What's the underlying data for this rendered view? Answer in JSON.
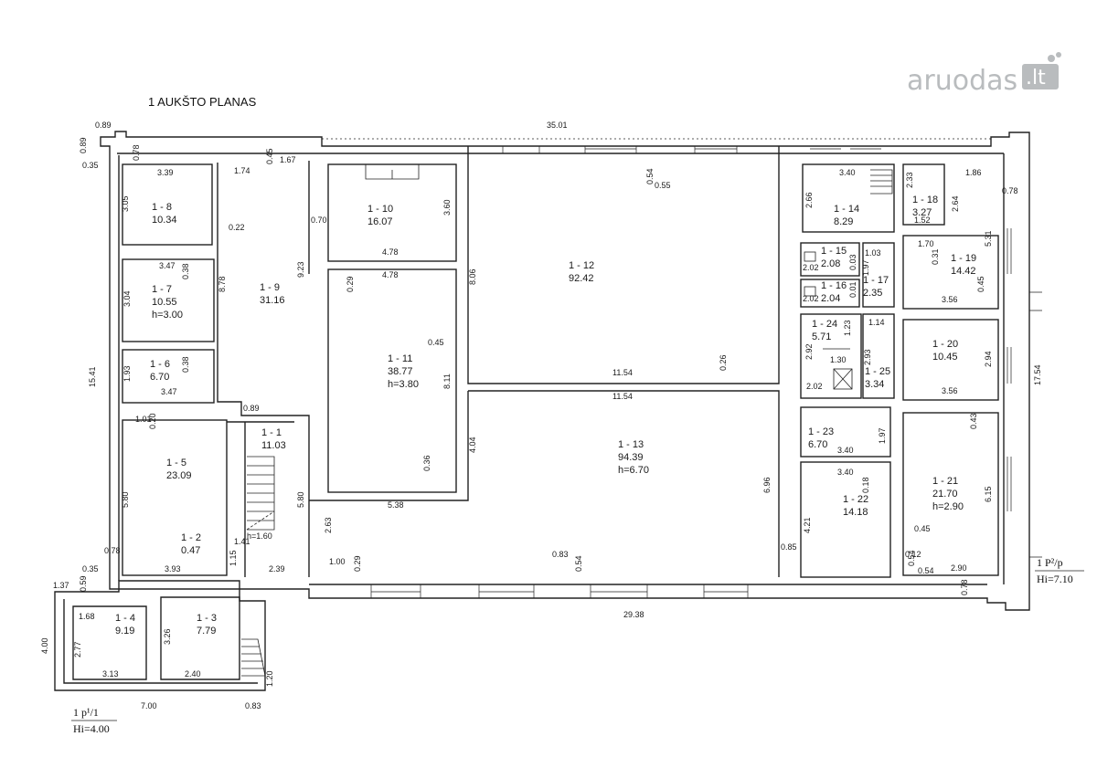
{
  "watermark": {
    "text_main": "aruodas",
    "text_tld": ".lt"
  },
  "title": "1 AUKŠTO PLANAS",
  "outer_dims": {
    "top_total": "35.01",
    "bottom_total": "29.38",
    "left_height": "15.41",
    "right_height": "17.54",
    "corner_top": "0.89",
    "corner_side": "0.89",
    "corner_small": "0.35",
    "annex_offset": "1.37",
    "annex_height": "4.00",
    "annex_width": "7.00",
    "annex_corner": "0.83",
    "annex_side": "0.35",
    "annex_side2": "0.59"
  },
  "rooms": [
    {
      "id": "1 - 1",
      "area": "11.03",
      "height": "",
      "dims": [
        "0.89",
        "5.80",
        "2.39"
      ]
    },
    {
      "id": "1 - 2",
      "area": "0.47",
      "height": "",
      "dims": [
        "1.15",
        "1.41"
      ]
    },
    {
      "id": "1 - 3",
      "area": "7.79",
      "height": "",
      "dims": [
        "3.26",
        "2.40",
        "1.20"
      ]
    },
    {
      "id": "1 - 4",
      "area": "9.19",
      "height": "",
      "dims": [
        "1.68",
        "2.77",
        "3.13"
      ]
    },
    {
      "id": "1 - 5",
      "area": "23.09",
      "height": "",
      "dims": [
        "1.01",
        "0.20",
        "5.80",
        "3.93",
        "0.78"
      ]
    },
    {
      "id": "1 - 6",
      "area": "6.70",
      "height": "",
      "dims": [
        "1.93",
        "0.38",
        "3.47"
      ]
    },
    {
      "id": "1 - 7",
      "area": "10.55",
      "height": "h=3.00",
      "dims": [
        "3.47",
        "3.04",
        "0.38"
      ]
    },
    {
      "id": "1 - 8",
      "area": "10.34",
      "height": "",
      "dims": [
        "3.39",
        "3.05",
        "0.78"
      ]
    },
    {
      "id": "1 - 9",
      "area": "31.16",
      "height": "",
      "dims": [
        "1.74",
        "0.45",
        "1.67",
        "8.78",
        "9.23",
        "0.22"
      ]
    },
    {
      "id": "1 - 10",
      "area": "16.07",
      "height": "",
      "dims": [
        "3.60",
        "4.78",
        "0.70"
      ]
    },
    {
      "id": "1 - 11",
      "area": "38.77",
      "height": "h=3.80",
      "dims": [
        "4.78",
        "0.29",
        "0.45",
        "8.11",
        "0.36",
        "5.38"
      ]
    },
    {
      "id": "1 - 12",
      "area": "92.42",
      "height": "",
      "dims": [
        "8.06",
        "11.54",
        "0.26",
        "0.54",
        "0.55"
      ]
    },
    {
      "id": "1 - 13",
      "area": "94.39",
      "height": "h=6.70",
      "dims": [
        "11.54",
        "4.04",
        "6.96",
        "2.63",
        "1.00",
        "0.29",
        "0.83",
        "0.54"
      ]
    },
    {
      "id": "1 - 14",
      "area": "8.29",
      "height": "",
      "dims": [
        "3.40",
        "2.66"
      ]
    },
    {
      "id": "1 - 15",
      "area": "2.08",
      "height": "",
      "dims": [
        "1.03",
        "2.02"
      ]
    },
    {
      "id": "1 - 16",
      "area": "2.04",
      "height": "",
      "dims": [
        "2.02",
        "0.01"
      ]
    },
    {
      "id": "1 - 17",
      "area": "2.35",
      "height": "",
      "dims": [
        "1.97",
        "0.03"
      ]
    },
    {
      "id": "1 - 18",
      "area": "3.27",
      "height": "",
      "dims": [
        "2.33",
        "1.52"
      ]
    },
    {
      "id": "1 - 19",
      "area": "14.42",
      "height": "",
      "dims": [
        "1.86",
        "2.64",
        "5.31",
        "1.70",
        "0.31",
        "0.45",
        "3.56",
        "0.78"
      ]
    },
    {
      "id": "1 - 20",
      "area": "10.45",
      "height": "",
      "dims": [
        "2.94",
        "3.56"
      ]
    },
    {
      "id": "1 - 21",
      "area": "21.70",
      "height": "h=2.90",
      "dims": [
        "0.43",
        "6.15",
        "0.45",
        "0.12",
        "0.54",
        "0.54",
        "2.90",
        "0.78"
      ]
    },
    {
      "id": "1 - 22",
      "area": "14.18",
      "height": "",
      "dims": [
        "3.40",
        "0.18",
        "4.21",
        "0.85"
      ]
    },
    {
      "id": "1 - 23",
      "area": "6.70",
      "height": "",
      "dims": [
        "3.40",
        "1.97"
      ]
    },
    {
      "id": "1 - 24",
      "area": "5.71",
      "height": "",
      "dims": [
        "1.23",
        "2.92",
        "1.30",
        "2.02"
      ]
    },
    {
      "id": "1 - 25",
      "area": "3.34",
      "height": "",
      "dims": [
        "1.14",
        "2.93"
      ]
    }
  ],
  "stair_note": "h=1.60",
  "stamp_left": {
    "line1": "1 p¹/1",
    "line2": "Hi=4.00"
  },
  "stamp_right": {
    "line1": "1 P²/p",
    "line2": "Hi=7.10"
  }
}
